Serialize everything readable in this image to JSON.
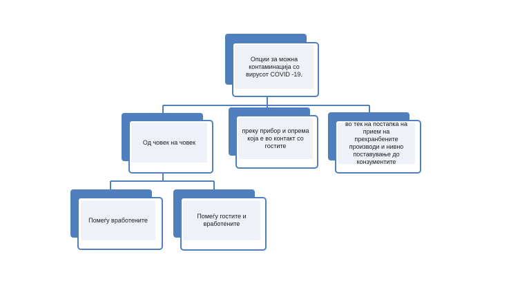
{
  "diagram": {
    "root": {
      "label": "Опции за можна контаминација со вирусот COVID -19."
    },
    "level1": [
      {
        "label": "Од човек на човек"
      },
      {
        "label": "преку прибор и опрема која е во контакт со гостите"
      },
      {
        "label": "во тек на постапка на прием на прехранбените производи и нивно поставување до конзументите"
      }
    ],
    "level2": [
      {
        "label": "Помеѓу вработените"
      },
      {
        "label": "Помеѓу гостите и вработените"
      }
    ]
  },
  "colors": {
    "accent": "#4f7fbf",
    "card_fill": "#eef2f8",
    "line": "#4f7fbf"
  }
}
